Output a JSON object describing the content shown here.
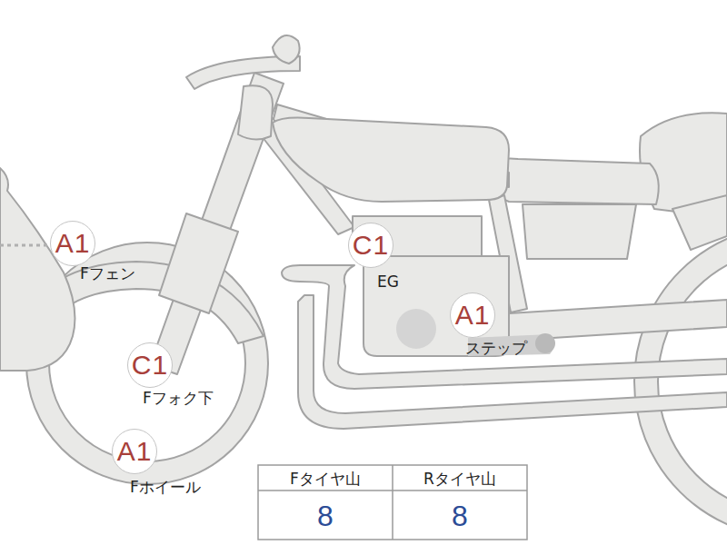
{
  "diagram": {
    "nodes": [
      {
        "text": [
          "A1",
          "Fフェン"
        ]
      },
      {
        "text": [
          "C1",
          "EG"
        ]
      },
      {
        "text": [
          "A1",
          "ステップ"
        ]
      },
      {
        "text": [
          "C1",
          "Fフォク下"
        ]
      },
      {
        "text": [
          "A1",
          "Fホイール"
        ]
      }
    ],
    "labels": [
      "Fタイヤ山",
      "Rタイヤ山",
      "8",
      "8"
    ]
  }
}
